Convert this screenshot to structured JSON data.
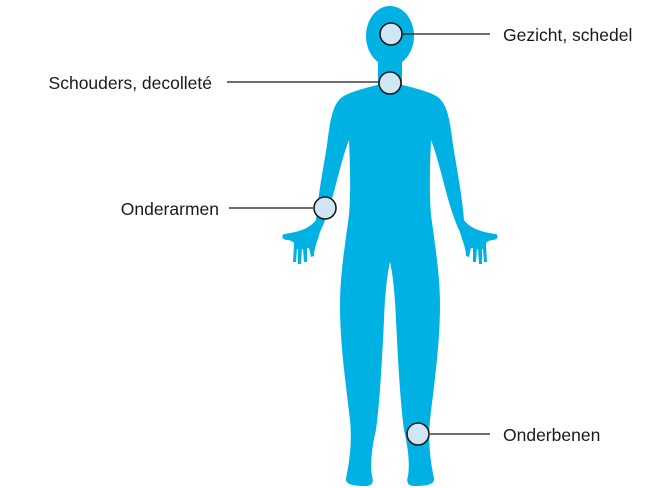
{
  "colors": {
    "body": "#00b2e3",
    "marker_fill": "#cfe6f5",
    "line": "#1a1a1a"
  },
  "labels": {
    "face_scalp": "Gezicht, schedel",
    "shoulders": "Schouders, decolleté",
    "forearms": "Onderarmen",
    "lower_legs": "Onderbenen"
  },
  "icons": {
    "figure": "human-body-silhouette",
    "marker": "circle-marker"
  }
}
